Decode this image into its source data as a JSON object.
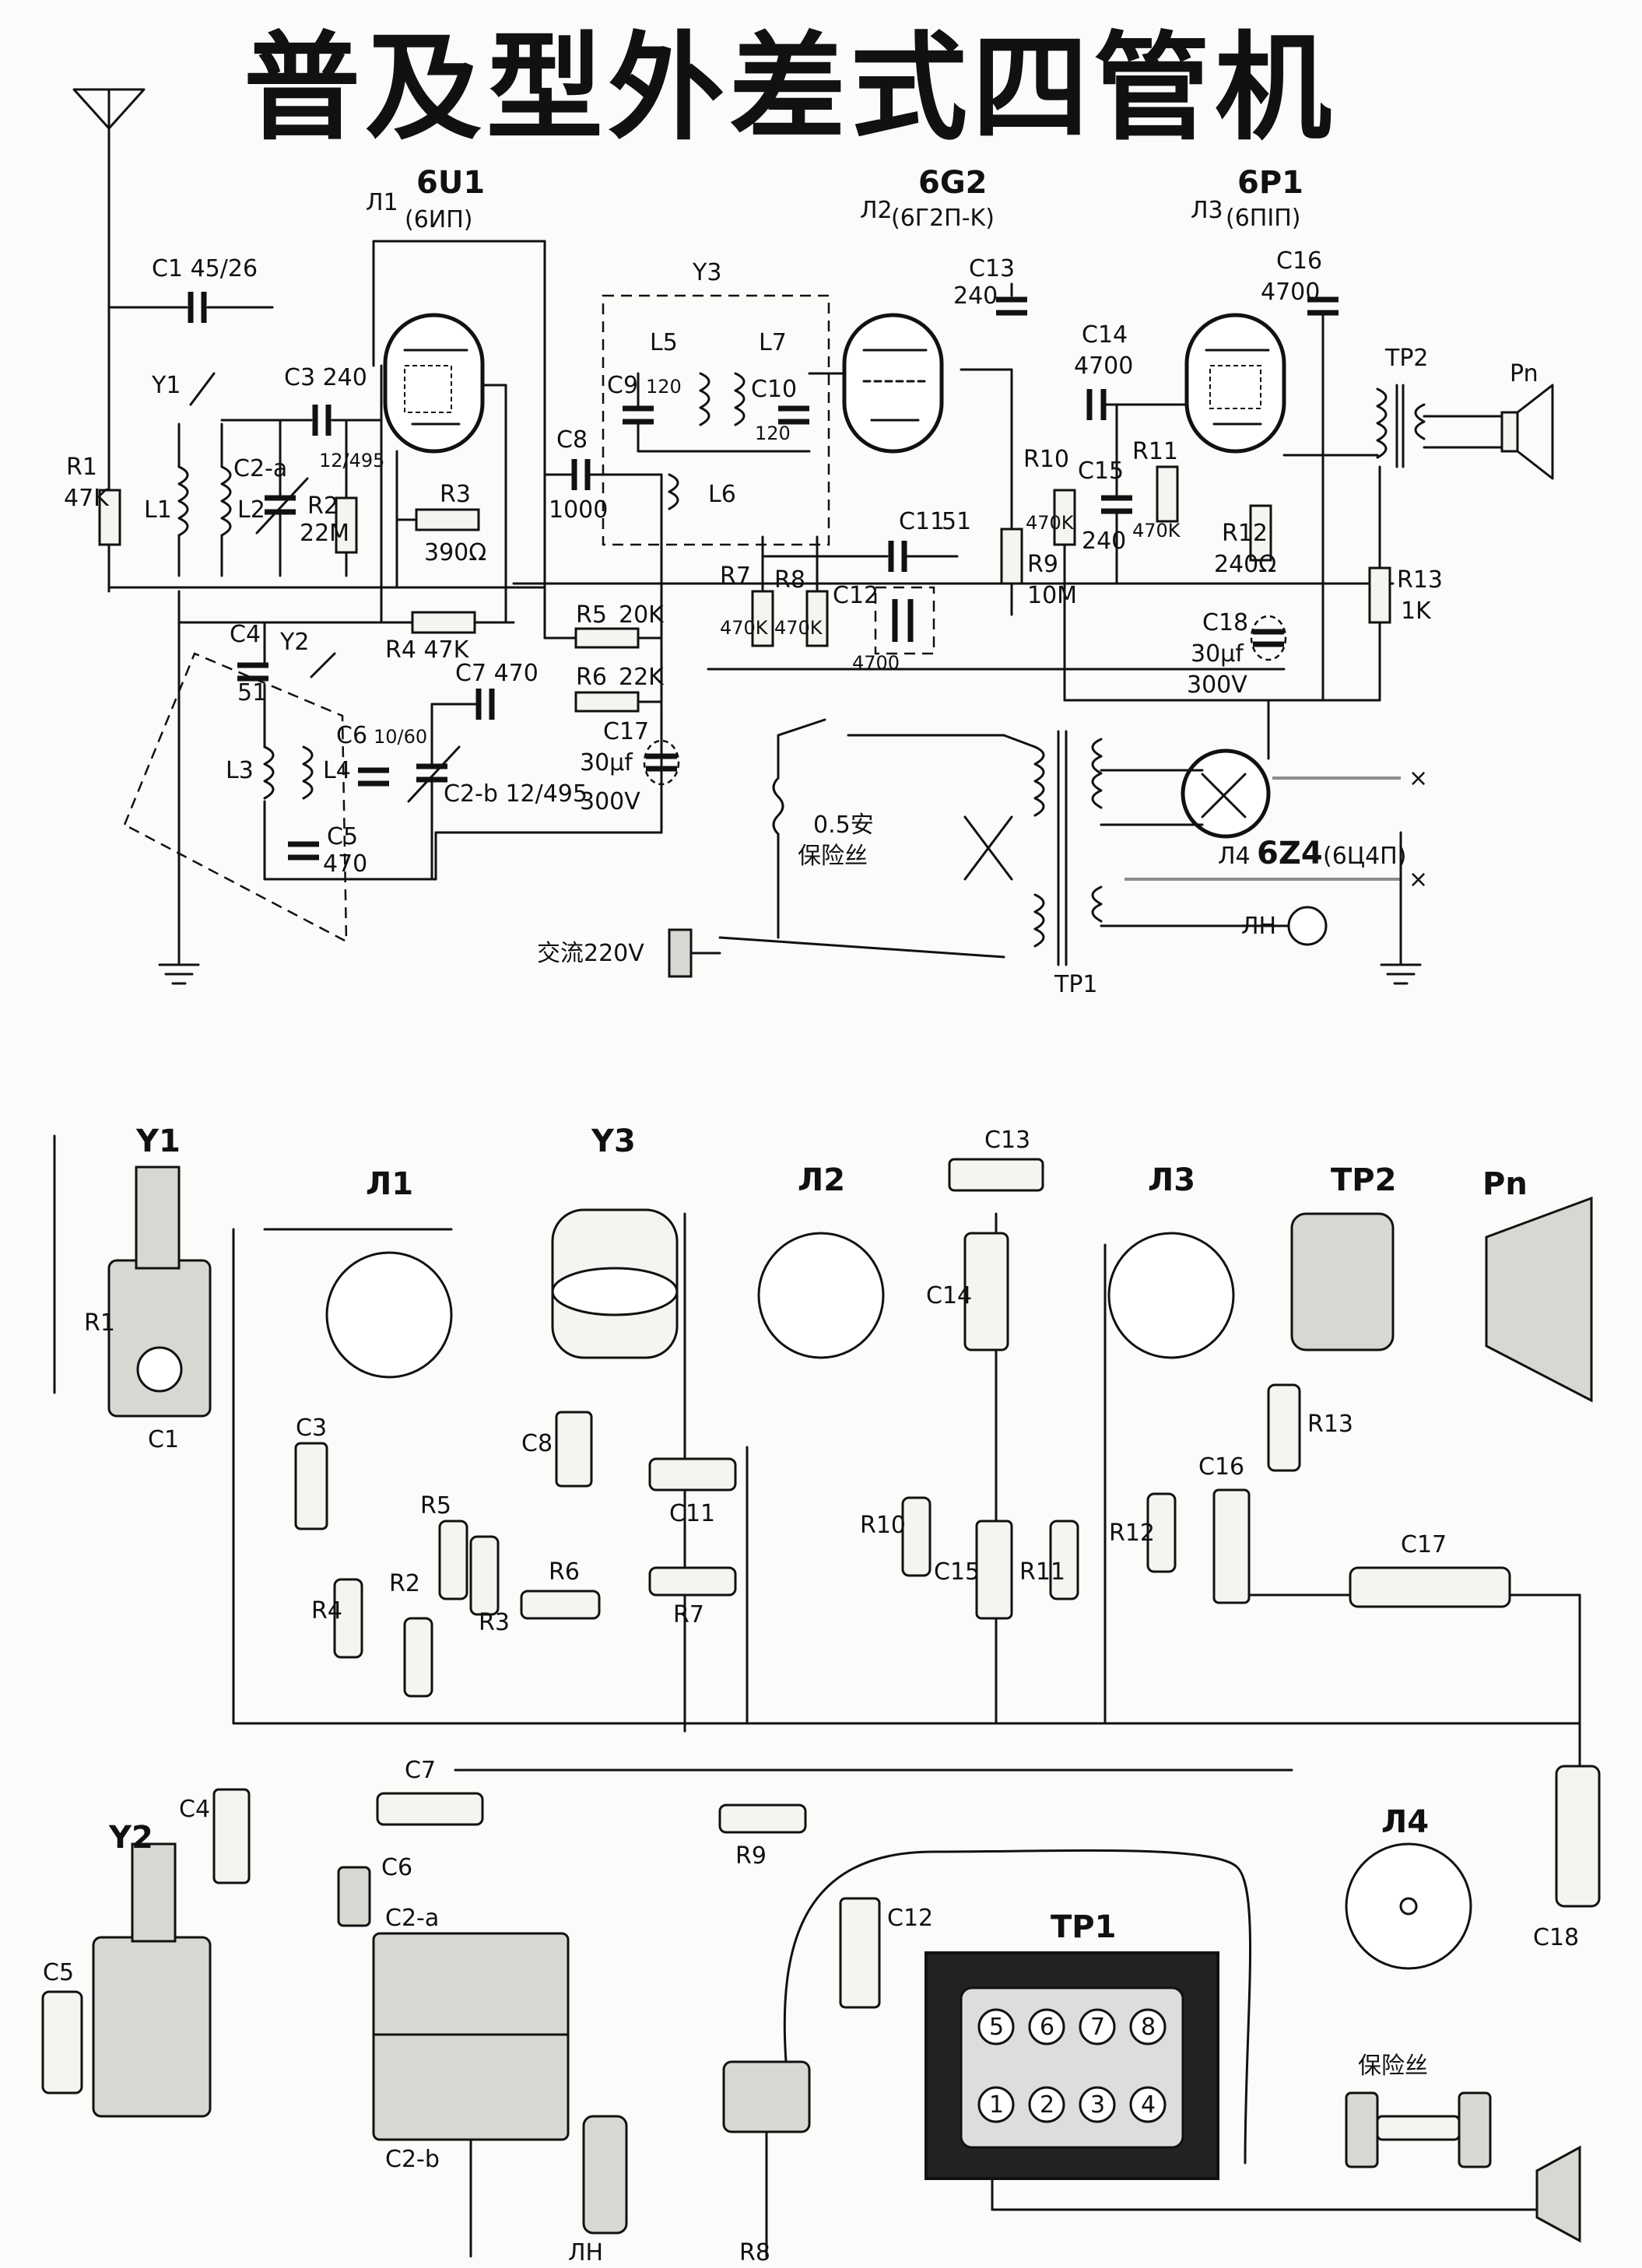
{
  "title": "普及型外差式四管机",
  "tubes": {
    "l1": {
      "ref": "Л1",
      "type": "6U1",
      "sub": "(6ИΠ)"
    },
    "l2": {
      "ref": "Л2",
      "type": "6G2",
      "sub": "(6Г2Π-K)"
    },
    "l3": {
      "ref": "Л3",
      "type": "6P1",
      "sub": "(6ΠΙΠ)"
    },
    "l4": {
      "ref": "Л4",
      "type": "6Z4",
      "sub": "(6Ц4Π)"
    }
  },
  "schematic": {
    "c1": "C1 45/26",
    "y1": "Y1",
    "r1": "R1",
    "r1v": "47K",
    "l1": "L1",
    "l2": "L2",
    "c2a": "C2-a",
    "c3": "C3 240",
    "c2aval": "12/495",
    "r2": "R2",
    "r2v": "22M",
    "r3": "R3",
    "r3v": "390Ω",
    "y3": "Y3",
    "l5": "L5",
    "l7": "L7",
    "l6": "L6",
    "c9": "C9",
    "c9v": "120",
    "c10": "C10",
    "c10v": "120",
    "c8": "C8",
    "c8v": "1000",
    "c13": "C13",
    "c13v": "240",
    "c14": "C14",
    "c14v": "4700",
    "c16": "C16",
    "c16v": "4700",
    "r10": "R10",
    "r10v": "470K",
    "c15": "C15",
    "c15v": "240",
    "r11": "R11",
    "r11v": "470K",
    "r12": "R12",
    "r12v": "240Ω",
    "tp2": "TP2",
    "pn": "Pn",
    "r13": "R13",
    "r13v": "1K",
    "c18": "C18",
    "c18v1": "30μf",
    "c18v2": "300V",
    "c11": "C11",
    "c11v": "51",
    "r7": "R7",
    "r7v": "470K",
    "r8": "R8",
    "r8v": "470K",
    "c12": "C12",
    "c12v": "4700",
    "r9": "R9",
    "r9v": "10M",
    "r4": "R4 47K",
    "r5": "R5",
    "r5v": "20K",
    "r6": "R6",
    "r6v": "22K",
    "c4": "C4",
    "c4v": "51",
    "y2": "Y2",
    "l3": "L3",
    "l4": "L4",
    "c6": "C6",
    "c6v": "10/60",
    "c7": "C7 470",
    "c2b": "C2-b 12/495",
    "c5": "C5",
    "c5v": "470",
    "c17": "C17",
    "c17v1": "30μf",
    "c17v2": "300V",
    "fuse": "0.5安",
    "fuse2": "保险丝",
    "ac": "交流220V",
    "tp1": "TP1",
    "lh": "ЛH"
  },
  "layout": {
    "y1": "Y1",
    "r1": "R1",
    "c1": "C1",
    "l1": "Л1",
    "y3": "Y3",
    "l2": "Л2",
    "c13": "C13",
    "l3": "Л3",
    "tp2": "TP2",
    "pn": "Pn",
    "c3": "C3",
    "r4": "R4",
    "r2": "R2",
    "r5": "R5",
    "r3": "R3",
    "c8": "C8",
    "r6": "R6",
    "c11": "C11",
    "r7": "R7",
    "c14": "C14",
    "r10": "R10",
    "c15": "C15",
    "r11": "R11",
    "r12": "R12",
    "c16": "C16",
    "r13": "R13",
    "c17": "C17",
    "c4": "C4",
    "y2": "Y2",
    "c5": "C5",
    "c7": "C7",
    "c6": "C6",
    "c2a": "C2-a",
    "c2b": "C2-b",
    "r9": "R9",
    "c12": "C12",
    "tp1": "TP1",
    "l4": "Л4",
    "c18": "C18",
    "fuse": "保险丝",
    "lh": "ЛH",
    "r8": "R8",
    "pins_top": [
      "5",
      "6",
      "7",
      "8"
    ],
    "pins_bottom": [
      "1",
      "2",
      "3",
      "4"
    ],
    "x": "×"
  }
}
